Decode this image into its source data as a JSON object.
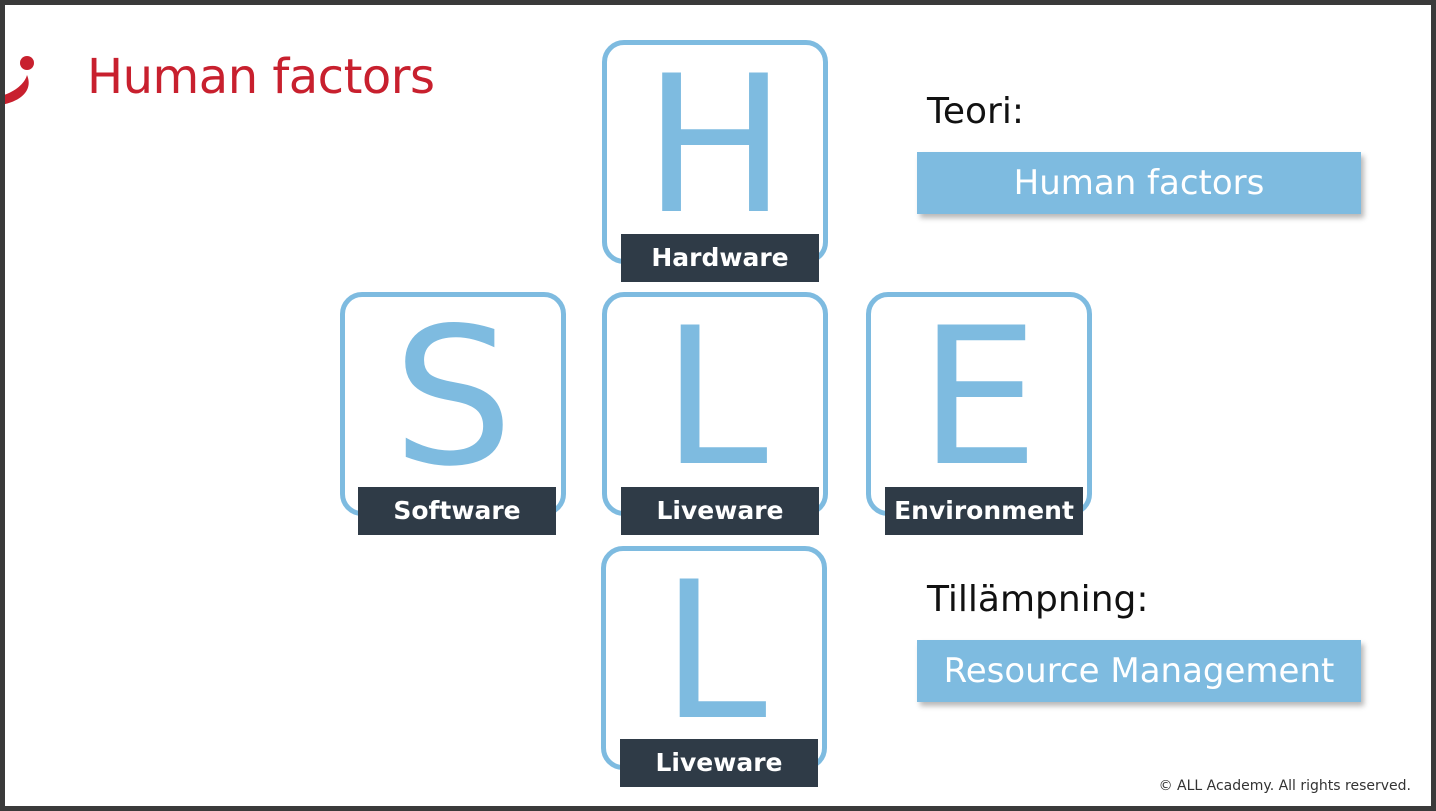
{
  "header": {
    "title": "Human factors"
  },
  "shell": {
    "tiles": [
      {
        "id": "hardware",
        "letter": "H",
        "label": "Hardware"
      },
      {
        "id": "software",
        "letter": "S",
        "label": "Software"
      },
      {
        "id": "liveware-center",
        "letter": "L",
        "label": "Liveware"
      },
      {
        "id": "environment",
        "letter": "E",
        "label": "Environment"
      },
      {
        "id": "liveware-bottom",
        "letter": "L",
        "label": "Liveware"
      }
    ]
  },
  "theory": {
    "heading": "Teori:",
    "box": "Human factors"
  },
  "application": {
    "heading": "Tillämpning:",
    "box": "Resource Management"
  },
  "footer": {
    "copyright": "© ALL Academy.  All rights reserved."
  },
  "colors": {
    "accent": "#7ebbe0",
    "label_bg": "#2f3b47",
    "title": "#c8202e"
  },
  "icons": {
    "logo": "brand-logo-icon"
  }
}
